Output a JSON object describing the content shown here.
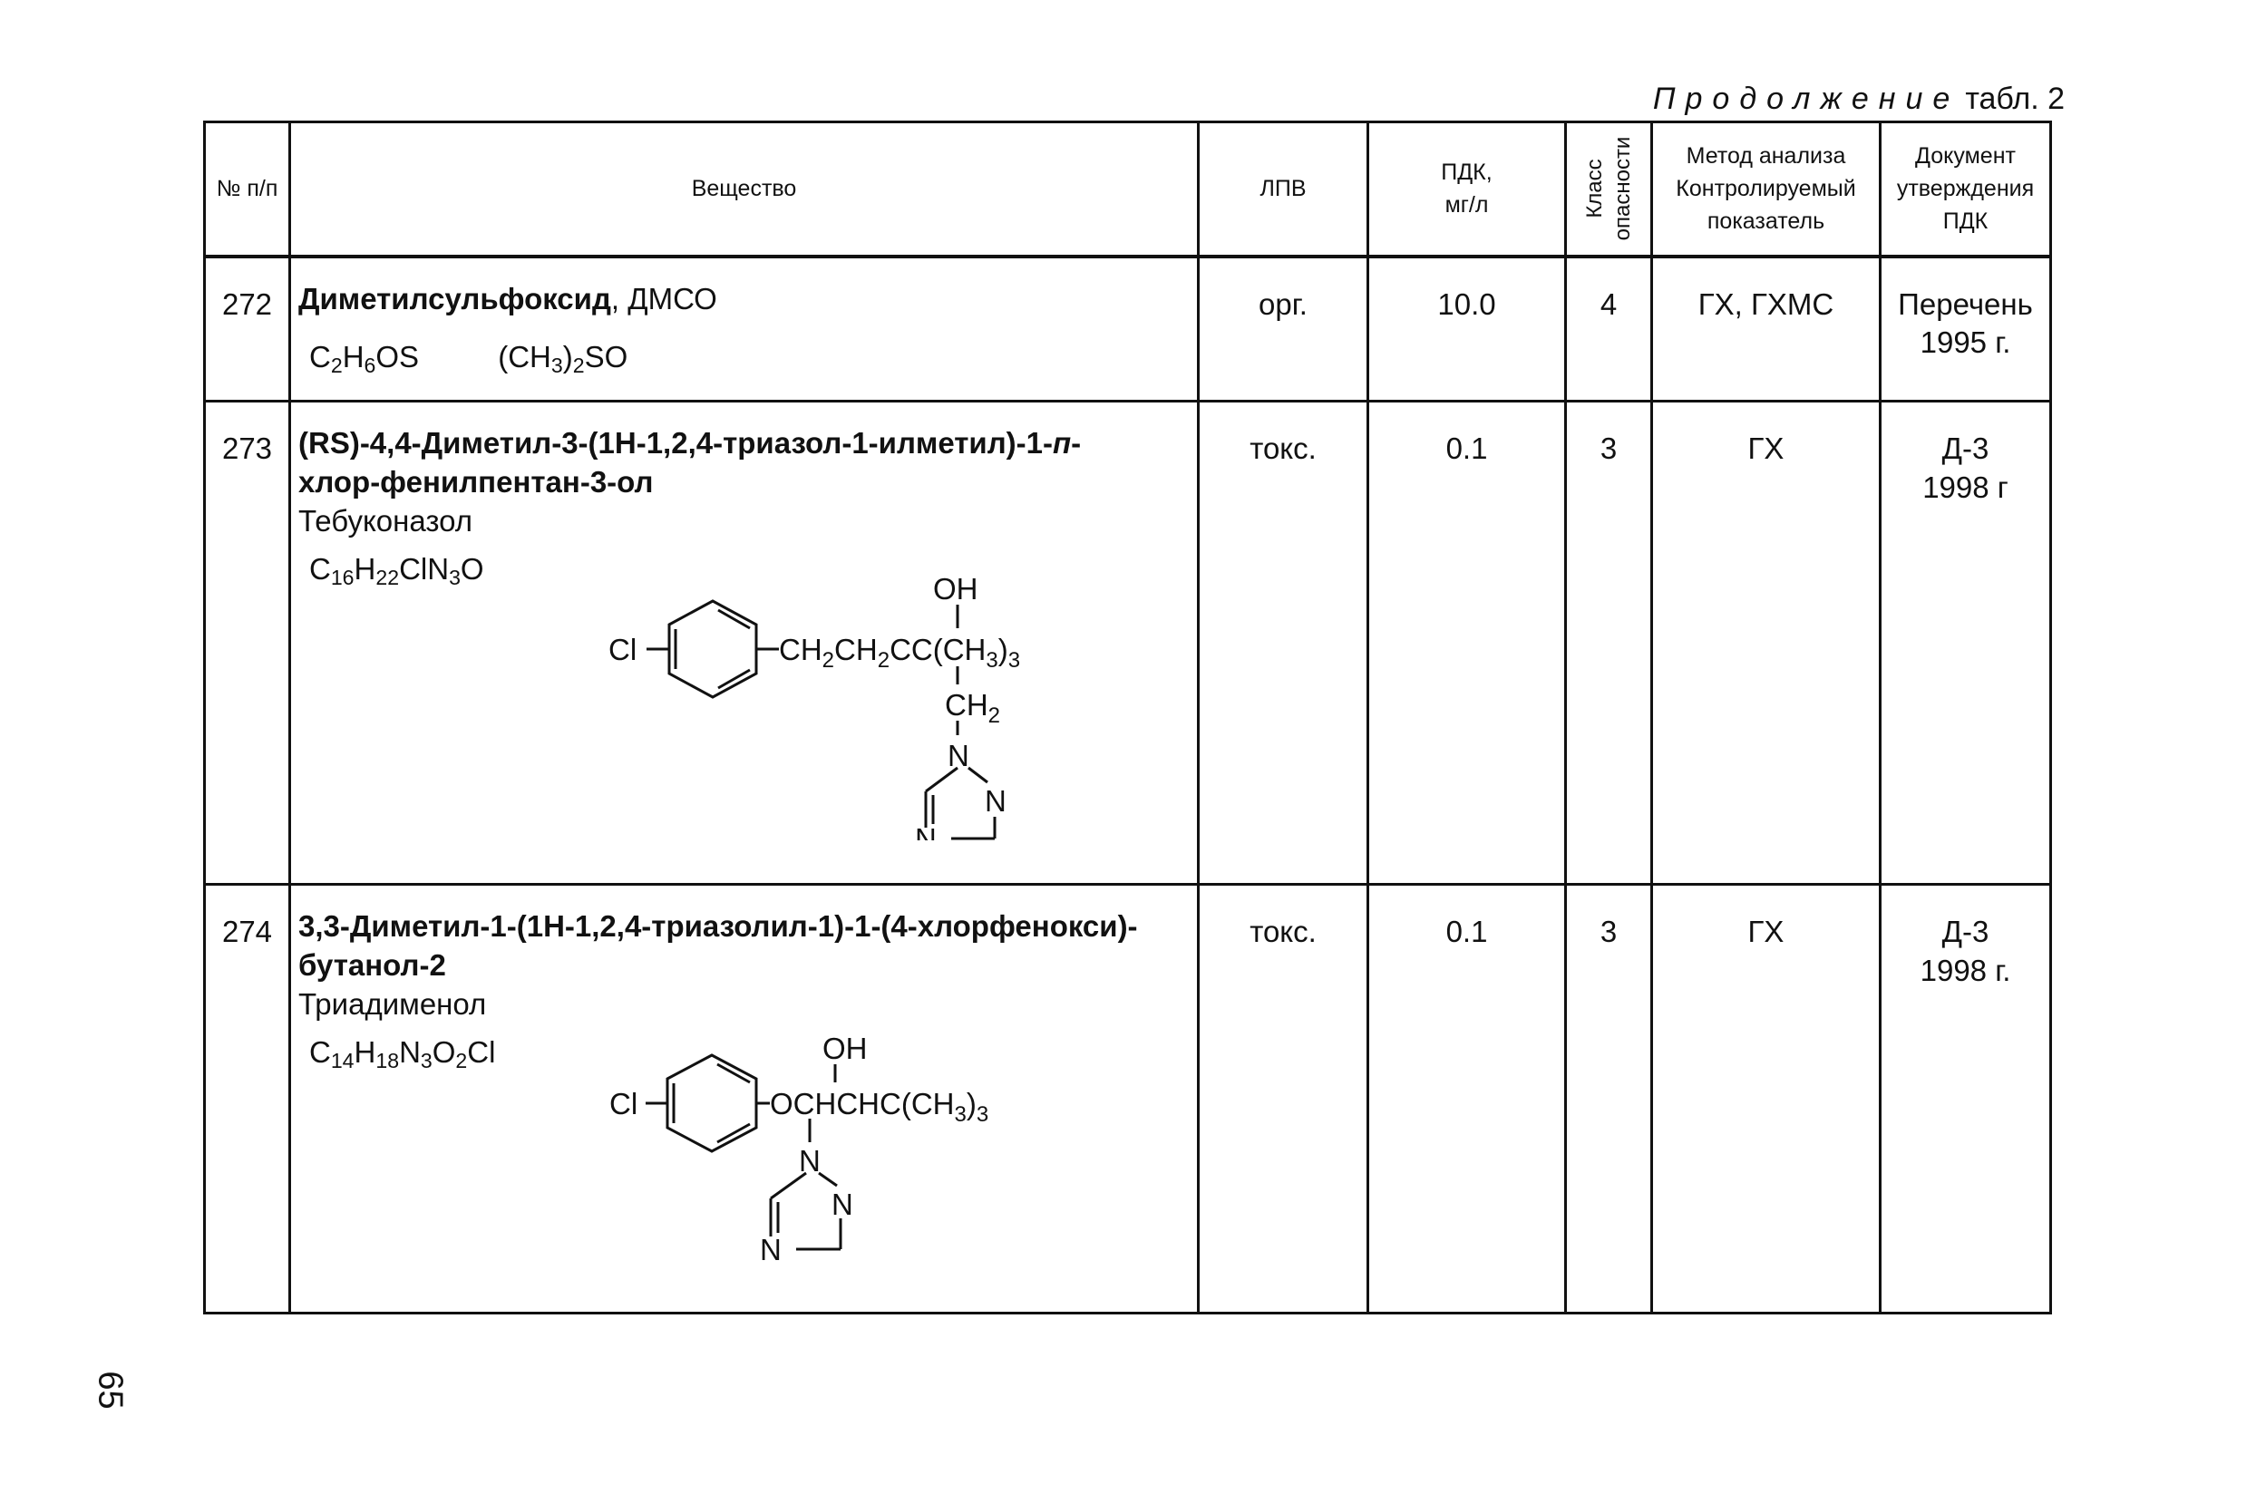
{
  "continuation": {
    "word": "Продолжение",
    "ref": "табл. 2"
  },
  "headers": {
    "num": "№ п/п",
    "substance": "Вещество",
    "lpv": "ЛПВ",
    "pdk_line1": "ПДК,",
    "pdk_line2": "мг/л",
    "hazard_line1": "Класс",
    "hazard_line2": "опасности",
    "method_line1": "Метод анализа",
    "method_line2": "Контролируемый",
    "method_line3": "показатель",
    "doc_line1": "Документ",
    "doc_line2": "утверждения",
    "doc_line3": "ПДК"
  },
  "rows": [
    {
      "num": "272",
      "name_bold": "Диметилсульфоксид",
      "name_rest": ", ДМСО",
      "lpv": "орг.",
      "pdk": "10.0",
      "hazard": "4",
      "method": "ГХ, ГХМС",
      "doc_line1": "Перечень",
      "doc_line2": "1995 г.",
      "formula_a": {
        "c": "C",
        "c_n": "2",
        "h": "H",
        "h_n": "6",
        "rest": "OS"
      },
      "formula_b": {
        "open": "(CH",
        "n1": "3",
        "close": ")",
        "n2": "2",
        "rest": "SO"
      }
    },
    {
      "num": "273",
      "name_bold_line1": "(RS)-4,4-Диметил-3-(1Н-1,2,4-триазол-1-илметил)-1-",
      "name_bold_italic": "п",
      "name_bold_dash": "-",
      "name_bold_line2": "хлор-фенилпентан-3-ол",
      "trivial": "Тебуконазол",
      "formula": {
        "c": "C",
        "c_n": "16",
        "h": "H",
        "h_n": "22",
        "cl": "ClN",
        "n_n": "3",
        "o": "O"
      },
      "struct": {
        "cl": "Cl",
        "chain": "CH",
        "chain2": "CH",
        "c": "C",
        "tbu": "C(CH",
        "tbu_close": ")",
        "oh": "OH",
        "ch2": "CH",
        "n1": "N",
        "n2": "N",
        "n3": "N",
        "sub2": "2",
        "sub3": "3"
      },
      "lpv": "токс.",
      "pdk": "0.1",
      "hazard": "3",
      "method": "ГХ",
      "doc_line1": "Д-3",
      "doc_line2": "1998 г"
    },
    {
      "num": "274",
      "name_bold_line1": "3,3-Диметил-1-(1Н-1,2,4-триазолил-1)-1-(4-хлорфенокси)-",
      "name_bold_line2": "бутанол-2",
      "trivial": "Триадименол",
      "formula": {
        "c": "C",
        "c_n": "14",
        "h": "H",
        "h_n": "18",
        "n": "N",
        "n_n": "3",
        "o": "O",
        "o_n": "2",
        "cl": "Cl"
      },
      "struct": {
        "cl": "Cl",
        "chain": "OCHCHC(CH",
        "close": ")",
        "sub3": "3",
        "oh": "OH",
        "n1": "N",
        "n2": "N",
        "n3": "N"
      },
      "lpv": "токс.",
      "pdk": "0.1",
      "hazard": "3",
      "method": "ГХ",
      "doc_line1": "Д-3",
      "doc_line2": "1998 г."
    }
  ],
  "page_number": "65"
}
